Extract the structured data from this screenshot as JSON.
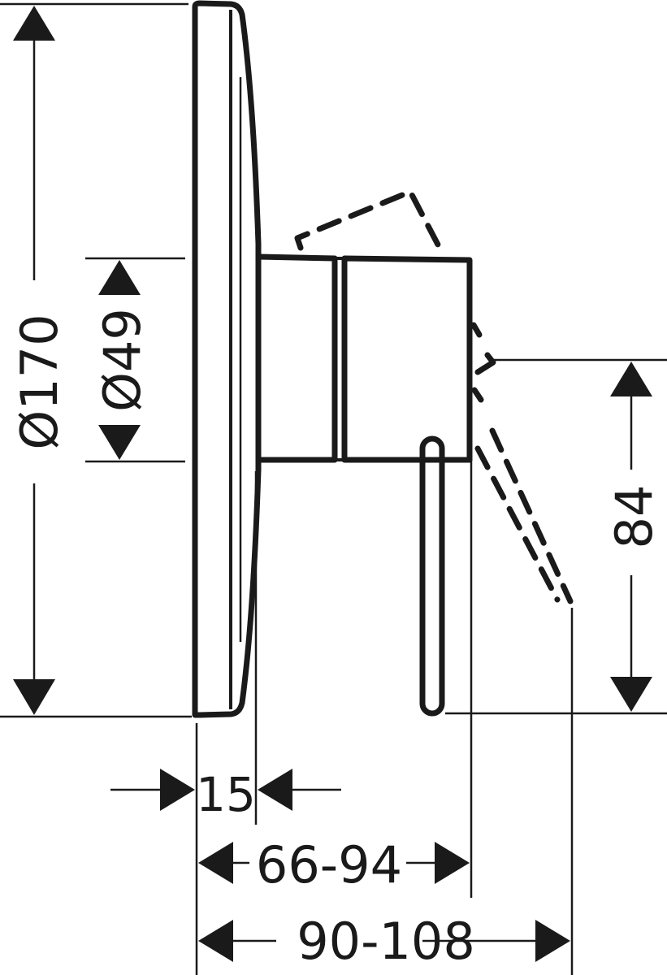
{
  "drawing": {
    "type": "technical-dimension-drawing",
    "subject": "concealed single-lever mixer trim (side view)",
    "line_color": "#1a1a1a",
    "background": "#ffffff"
  },
  "dimensions": {
    "cover_plate_diameter": "Ø170",
    "body_diameter": "Ø49",
    "lever_height": "84",
    "plate_depth": "15",
    "projection_body": "66-94",
    "projection_total": "90-108"
  }
}
